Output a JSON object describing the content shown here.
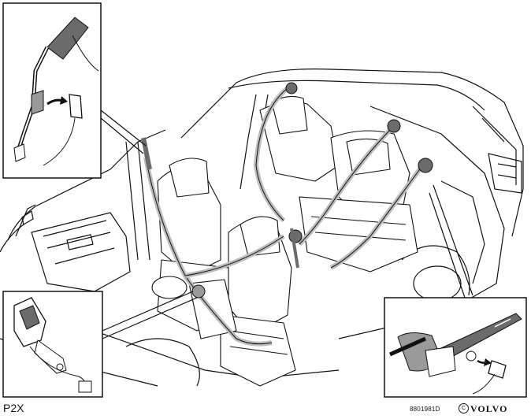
{
  "diagram": {
    "label_code": "P2X",
    "figure_number": "8801981D",
    "copyright_symbol": "C",
    "brand": "VOLVO"
  },
  "colors": {
    "line": "#111111",
    "belt_fill": "#bdbdbd",
    "detail_fill": "#6b6b6b",
    "background": "#ffffff"
  }
}
